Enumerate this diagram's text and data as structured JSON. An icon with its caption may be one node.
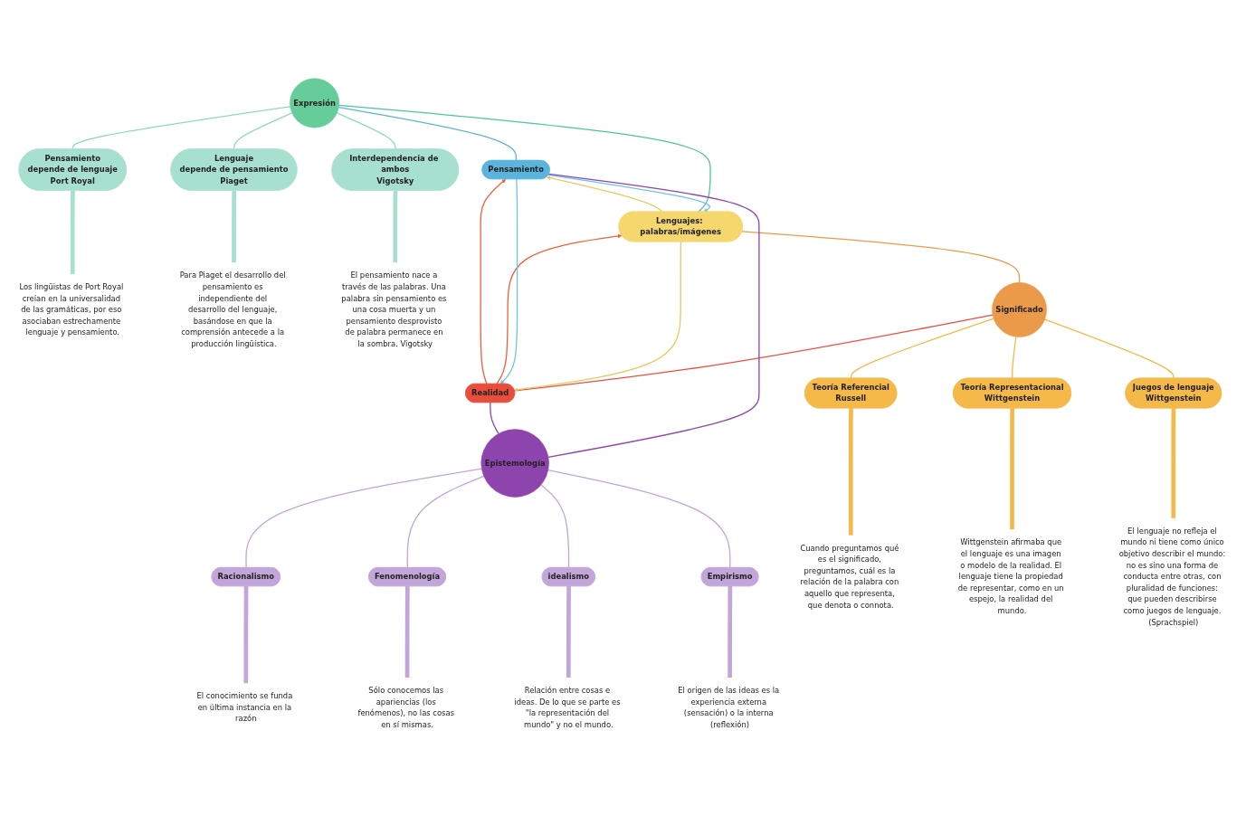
{
  "diagram": {
    "nodes": [
      {
        "text": [
          "Lenguajes: palabras/imágenes"
        ]
      },
      {
        "text": [
          "Expresión"
        ]
      },
      {
        "text": [
          "Significado"
        ]
      },
      {
        "text": [
          "Pensamiento",
          "depende de lenguaje",
          "Port Royal"
        ]
      },
      {
        "text": [
          "Lenguaje",
          "depende de pensamiento",
          "Piaget"
        ]
      },
      {
        "text": [
          "Interdependencia de ambos",
          "Vigotsky"
        ]
      },
      {
        "text": [
          "Teoría Referencial",
          "Russell"
        ]
      },
      {
        "text": [
          "Teoría Representacional",
          "Wittgenstein"
        ]
      },
      {
        "text": [
          "Juegos de lenguaje",
          "Wittgenstein"
        ]
      },
      {
        "text": [
          "Pensamiento"
        ]
      },
      {
        "text": [
          "Realidad"
        ]
      },
      {
        "text": [
          "Epistemología"
        ]
      },
      {
        "text": [
          "Racionalismo"
        ]
      },
      {
        "text": [
          "Fenomenología"
        ]
      },
      {
        "text": [
          "idealismo"
        ]
      },
      {
        "text": [
          "Empirismo"
        ]
      },
      {
        "text": [
          "Los lingüistas de Port Royal creían en la universalidad de las gramáticas, por eso asociaban estrechamente lenguaje y pensamiento."
        ]
      },
      {
        "text": [
          "Para Piaget el desarrollo del pensamiento es independiente del desarrollo del lenguaje, basándose en que la comprensión antecede a la producción lingüística."
        ]
      },
      {
        "text": [
          "El pensamiento nace a través de las palabras. Una palabra sin pensamiento es una cosa muerta y un pensamiento desprovisto de palabra permanece en la sombra. Vigotsky"
        ]
      },
      {
        "text": [
          "Cuando preguntamos qué es el significado, preguntamos, cuál es la relación de la palabra con aquello que representa, que denota o connota."
        ]
      },
      {
        "text": [
          "Wittgenstein afirmaba que el lenguaje es una imagen o modelo de la realidad. El lenguaje tiene la propiedad de representar, como en un espejo, la realidad del mundo."
        ]
      },
      {
        "text": [
          "El lenguaje no refleja el mundo ni tiene como único objetivo describir el mundo: no es sino una forma de conducta entre otras, con pluralidad de funciones: que pueden describirse como juegos de lenguaje. (Sprachspiel)"
        ]
      },
      {
        "text": [
          "El conocimiento se funda en última instancia en la razón"
        ]
      },
      {
        "text": [
          "Relación entre cosas e ideas. De lo que se parte es \"la representación del mundo\" y no el mundo."
        ]
      },
      {
        "text": [
          "El origen de las ideas es la experiencia externa (sensación) o la interna (reflexión)"
        ]
      },
      {
        "text": [
          "Sólo conocemos las apariencias (los fenómenos), no las cosas en sí mismas."
        ]
      }
    ],
    "edges": [
      {
        "from": 0,
        "to": 1,
        "arrow": "none",
        "color": "#4fc3a1"
      },
      {
        "from": 0,
        "to": 2,
        "arrow": "none",
        "color": "#eb9a4a"
      },
      {
        "from": 1,
        "to": 3,
        "arrow": "none",
        "color": "#8fd8c4"
      },
      {
        "from": 1,
        "to": 4,
        "arrow": "none",
        "color": "#8fd8c4"
      },
      {
        "from": 1,
        "to": 5,
        "arrow": "none",
        "color": "#8fd8c4"
      },
      {
        "from": 2,
        "to": 6,
        "arrow": "none",
        "color": "#f5b94a"
      },
      {
        "from": 2,
        "to": 7,
        "arrow": "none",
        "color": "#f5b94a"
      },
      {
        "from": 2,
        "to": 8,
        "arrow": "none",
        "color": "#f5b94a"
      },
      {
        "from": 1,
        "to": 9,
        "arrow": "none",
        "color": "#5ab4dc"
      },
      {
        "from": 2,
        "to": 10,
        "arrow": "none",
        "color": "#e94e3c"
      },
      {
        "from": 0,
        "to": 9,
        "arrow": "to",
        "color": "#e8c860"
      },
      {
        "from": 9,
        "to": 0,
        "arrow": "to",
        "color": "#6ec3ea"
      },
      {
        "from": 10,
        "to": 0,
        "arrow": "to",
        "color": "#f0603c"
      },
      {
        "from": 0,
        "to": 10,
        "arrow": "to",
        "color": "#e8c860"
      },
      {
        "from": 10,
        "to": 9,
        "arrow": "to",
        "color": "#f0603c"
      },
      {
        "from": 9,
        "to": 10,
        "arrow": "to",
        "color": "#6ec3ea"
      },
      {
        "from": 9,
        "to": 11,
        "arrow": "none",
        "color": "#8e44ad"
      },
      {
        "from": 10,
        "to": 11,
        "arrow": "none",
        "color": "#8e44ad"
      },
      {
        "from": 11,
        "to": 12,
        "arrow": "none",
        "color": "#c3a6d9"
      },
      {
        "from": 11,
        "to": 13,
        "arrow": "none",
        "color": "#c3a6d9"
      },
      {
        "from": 11,
        "to": 14,
        "arrow": "none",
        "color": "#c3a6d9"
      },
      {
        "from": 11,
        "to": 15,
        "arrow": "none",
        "color": "#c3a6d9"
      },
      {
        "from": 3,
        "to": 16,
        "arrow": "none",
        "style": "thick",
        "color": "#a8e0d0"
      },
      {
        "from": 4,
        "to": 17,
        "arrow": "none",
        "style": "thick",
        "color": "#a8e0d0"
      },
      {
        "from": 5,
        "to": 18,
        "arrow": "none",
        "style": "thick",
        "color": "#a8e0d0"
      },
      {
        "from": 6,
        "to": 19,
        "arrow": "none",
        "style": "thick",
        "color": "#f5b94a"
      },
      {
        "from": 7,
        "to": 20,
        "arrow": "none",
        "style": "thick",
        "color": "#f5b94a"
      },
      {
        "from": 8,
        "to": 21,
        "arrow": "none",
        "style": "thick",
        "color": "#f5b94a"
      },
      {
        "from": 12,
        "to": 22,
        "arrow": "none",
        "style": "thick",
        "color": "#c3a6d9"
      },
      {
        "from": 14,
        "to": 23,
        "arrow": "none",
        "style": "thick",
        "color": "#c3a6d9"
      },
      {
        "from": 15,
        "to": 24,
        "arrow": "none",
        "style": "thick",
        "color": "#c3a6d9"
      },
      {
        "from": 13,
        "to": 25,
        "arrow": "none",
        "style": "thick",
        "color": "#c3a6d9"
      }
    ]
  }
}
